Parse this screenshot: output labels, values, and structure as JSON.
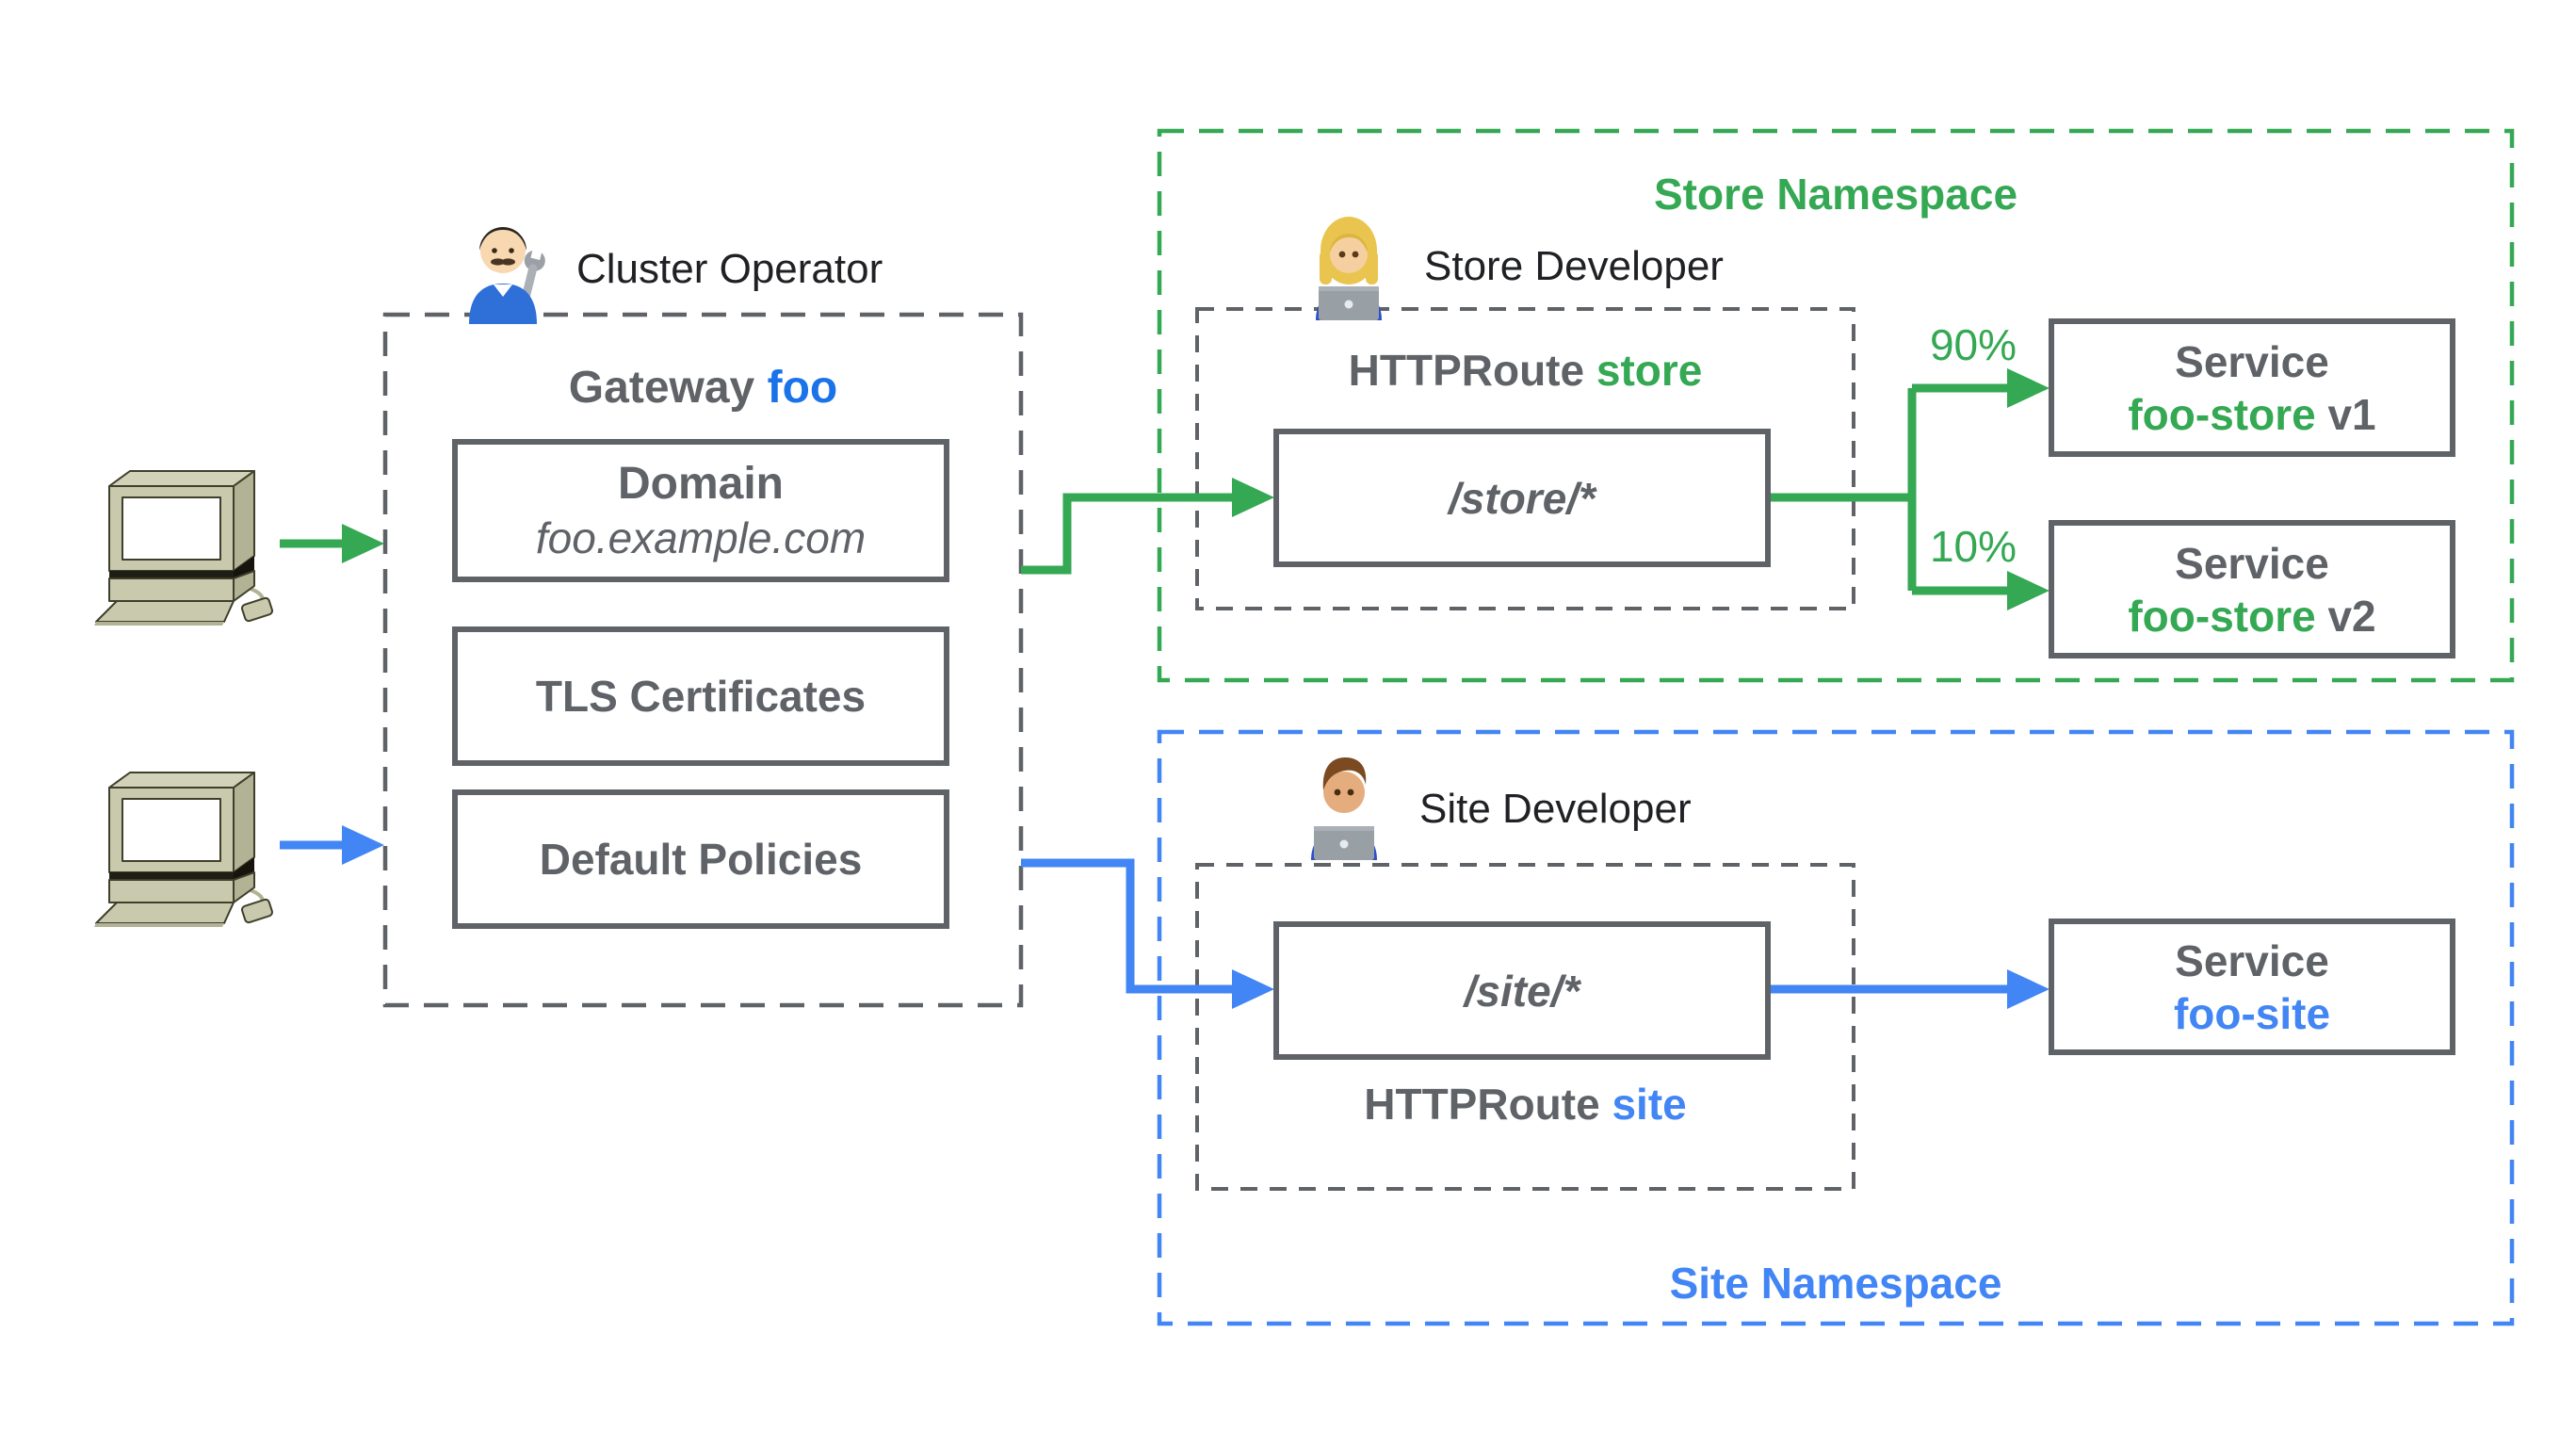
{
  "palette": {
    "gray": "#5f6368",
    "green": "#34a853",
    "blue": "#4285f4",
    "link_blue": "#1a73e8",
    "black": "#202124"
  },
  "clients": {
    "icon": "desktop-computer-icon"
  },
  "cluster_operator": {
    "label": "Cluster Operator",
    "icon": "man-mechanic-icon"
  },
  "gateway": {
    "title_prefix": "Gateway",
    "title_name": "foo",
    "domain_label": "Domain",
    "domain_value": "foo.example.com",
    "tls_label": "TLS Certificates",
    "policies_label": "Default Policies"
  },
  "store_namespace": {
    "label": "Store Namespace",
    "developer": {
      "label": "Store Developer",
      "icon": "woman-technologist-icon"
    },
    "route_prefix": "HTTPRoute",
    "route_name": "store",
    "path": "/store/*",
    "weight_v1": "90%",
    "weight_v2": "10%",
    "service_v1": {
      "title": "Service",
      "name": "foo-store",
      "version": "v1"
    },
    "service_v2": {
      "title": "Service",
      "name": "foo-store",
      "version": "v2"
    }
  },
  "site_namespace": {
    "label": "Site Namespace",
    "developer": {
      "label": "Site Developer",
      "icon": "man-technologist-icon"
    },
    "route_prefix": "HTTPRoute",
    "route_name": "site",
    "path": "/site/*",
    "service": {
      "title": "Service",
      "name": "foo-site"
    }
  }
}
